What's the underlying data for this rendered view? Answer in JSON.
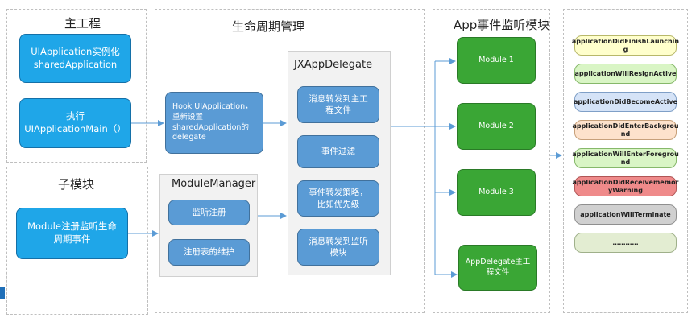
{
  "main_project": {
    "title": "主工程",
    "box1": {
      "line1": "UIApplication实例化",
      "line2": "sharedApplication"
    },
    "box2": {
      "line1": "执行",
      "line2": "UIApplicationMain（）"
    }
  },
  "submodule": {
    "title": "子模块",
    "box": {
      "line1": "Module注册监听生命",
      "line2": "周期事件"
    }
  },
  "lifecycle": {
    "title": "生命周期管理",
    "hook_box": {
      "line1": "Hook UIApplication，",
      "line2": "重新设置",
      "line3": "sharedApplication的",
      "line4": "delegate"
    },
    "module_manager": {
      "title": "ModuleManager",
      "items": [
        "监听注册",
        "注册表的维护"
      ]
    },
    "jx_delegate": {
      "title": "JXAppDelegate",
      "items": [
        {
          "line1": "消息转发到主工",
          "line2": "程文件"
        },
        {
          "line1": "事件过滤",
          "line2": ""
        },
        {
          "line1": "事件转发策略，",
          "line2": "比如优先级"
        },
        {
          "line1": "消息转发到监听",
          "line2": "模块"
        }
      ]
    }
  },
  "app_modules": {
    "title": "App事件监听模块",
    "items": [
      {
        "line1": "Module  1",
        "line2": ""
      },
      {
        "line1": "Module  2",
        "line2": ""
      },
      {
        "line1": "Module  3",
        "line2": ""
      },
      {
        "line1": "AppDelegate主工",
        "line2": "程文件"
      }
    ]
  },
  "events": {
    "items": [
      {
        "line1": "applicationDidFinishLaunchin",
        "line2": "g",
        "bg": "#ffffcc",
        "border": "#b8b86a"
      },
      {
        "line1": "applicationWillResignActive",
        "line2": "",
        "bg": "#d9f5c5",
        "border": "#86b86a"
      },
      {
        "line1": "applicationDidBecomeActive",
        "line2": "",
        "bg": "#d5e3f7",
        "border": "#7f9fc7"
      },
      {
        "line1": "applicationDidEnterBackgrou",
        "line2": "nd",
        "bg": "#fde2cc",
        "border": "#c7a07a"
      },
      {
        "line1": "applicationWillEnterForegrou",
        "line2": "nd",
        "bg": "#d9f5c5",
        "border": "#86b86a"
      },
      {
        "line1": "applicationDidReceivememor",
        "line2": "yWarning",
        "bg": "#ef8a8a",
        "border": "#b05555"
      },
      {
        "line1": "applicationWillTerminate",
        "line2": "",
        "bg": "#d0d0d0",
        "border": "#8f8f8f"
      },
      {
        "line1": "…………",
        "line2": "",
        "bg": "#e3edd2",
        "border": "#9fb08a"
      }
    ]
  },
  "colors": {
    "cyan": "#1fa6e8",
    "blue": "#5a9bd5",
    "green": "#3aa635",
    "arrow": "#5b9bd5",
    "corner_accent": "#1f6fb8"
  }
}
